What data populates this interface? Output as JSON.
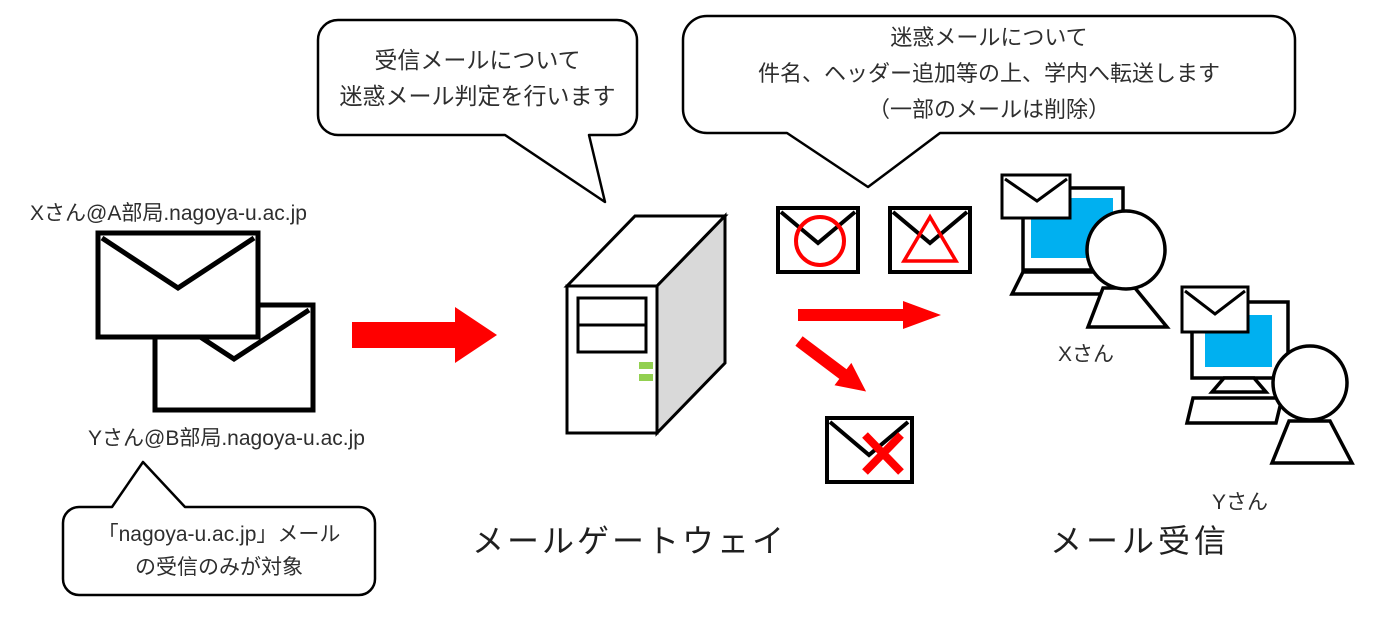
{
  "bubbles": {
    "gateway_process": {
      "lines": [
        "受信メールについて",
        "迷惑メール判定を行います"
      ]
    },
    "spam_handling": {
      "lines": [
        "迷惑メールについて",
        "件名、ヘッダー追加等の上、学内へ転送します",
        "（一部のメールは削除）"
      ]
    },
    "scope": {
      "lines": [
        "「nagoya-u.ac.jp」メール",
        "の受信のみが対象"
      ]
    }
  },
  "senders": [
    {
      "label": "Xさん@A部局.nagoya-u.ac.jp"
    },
    {
      "label": "Yさん@B部局.nagoya-u.ac.jp"
    }
  ],
  "gateway": {
    "label": "メールゲートウェイ"
  },
  "reception": {
    "label": "メール受信"
  },
  "recipients": [
    {
      "label": "Xさん"
    },
    {
      "label": "Yさん"
    }
  ],
  "icons": {
    "incoming_mail": "envelope-outline",
    "gateway": "server-tower-3d",
    "flow": "red-arrow",
    "mail_ok": "envelope-red-circle",
    "mail_flagged": "envelope-red-triangle",
    "mail_deleted": "envelope-red-cross",
    "recipient": "person-at-computer"
  },
  "colors": {
    "outline": "#000000",
    "arrow_red": "#ff0000",
    "mark_red": "#ff0000",
    "screen_cyan": "#00b0f0",
    "led_green": "#92d050",
    "server_side_gray": "#d9d9d9",
    "background": "#ffffff"
  }
}
